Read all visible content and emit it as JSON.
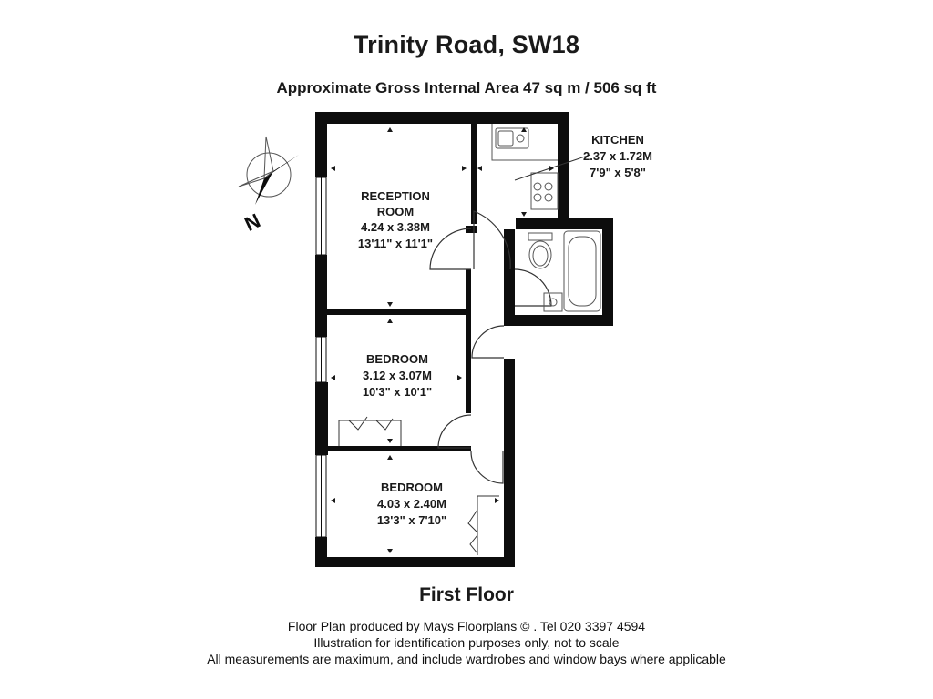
{
  "header": {
    "title": "Trinity Road, SW18",
    "subtitle": "Approximate Gross Internal Area 47 sq m  /  506 sq ft"
  },
  "rooms": {
    "kitchen": {
      "name": "KITCHEN",
      "metric": "2.37 x 1.72M",
      "imperial": "7'9\" x 5'8\""
    },
    "reception": {
      "name_line1": "RECEPTION",
      "name_line2": "ROOM",
      "metric": "4.24 x 3.38M",
      "imperial": "13'11\" x 11'1\""
    },
    "bedroom1": {
      "name": "BEDROOM",
      "metric": "3.12 x 3.07M",
      "imperial": "10'3\" x 10'1\""
    },
    "bedroom2": {
      "name": "BEDROOM",
      "metric": "4.03 x 2.40M",
      "imperial": "13'3\" x 7'10\""
    }
  },
  "compass": {
    "label": "N"
  },
  "floor_label": "First Floor",
  "footer": {
    "line1": "Floor Plan produced by Mays Floorplans  © . Tel 020 3397 4594",
    "line2": "Illustration for identification purposes only, not to scale",
    "line3": "All measurements are maximum, and include wardrobes and window bays where applicable"
  },
  "colors": {
    "wall": "#0d0d0d",
    "fixture": "#555555",
    "background": "#ffffff"
  }
}
